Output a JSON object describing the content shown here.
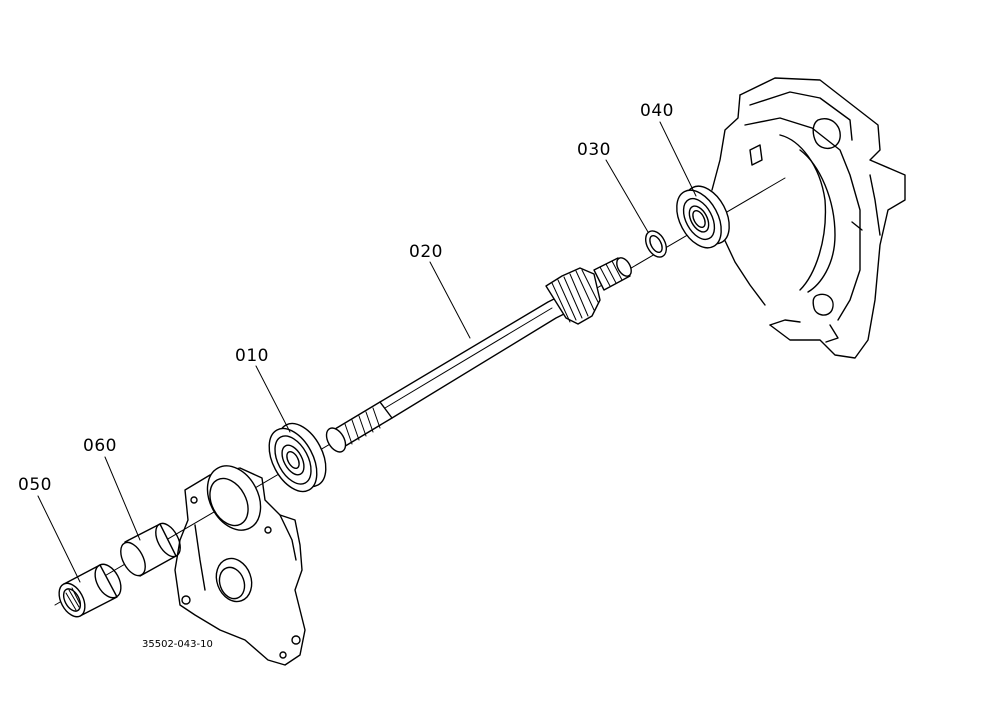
{
  "diagram": {
    "parts": [
      {
        "id": "p010",
        "label": "010"
      },
      {
        "id": "p020",
        "label": "020"
      },
      {
        "id": "p030",
        "label": "030"
      },
      {
        "id": "p040",
        "label": "040"
      },
      {
        "id": "p050",
        "label": "050"
      },
      {
        "id": "p060",
        "label": "060"
      }
    ],
    "drawing_code": "35502-043-10"
  }
}
